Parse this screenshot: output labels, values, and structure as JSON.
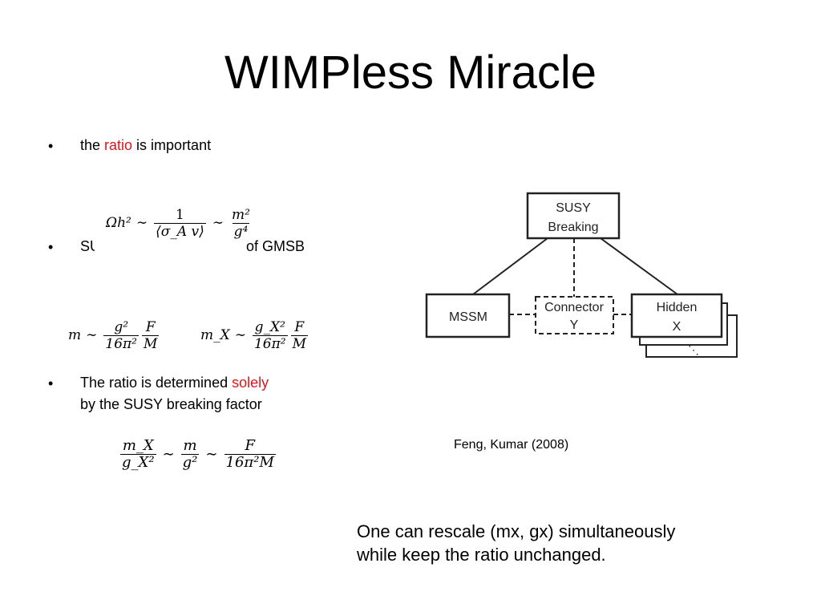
{
  "title": "WIMPless Miracle",
  "bullets": {
    "b1_pre": "the ",
    "b1_red": "ratio",
    "b1_post": " is important",
    "b2_start": "SU",
    "b2_end": "of GMSB",
    "b3_pre": "The ratio is determined ",
    "b3_red": "solely",
    "b3_line2": "by the SUSY breaking factor"
  },
  "equations": {
    "eq1": {
      "lhs": "Ωh²",
      "f1_num": "1",
      "f1_den": "⟨σ_A v⟩",
      "f2_num": "m²",
      "f2_den": "g⁴"
    },
    "eq2": {
      "lhs": "m",
      "f1_num": "g²",
      "f1_den": "16π²",
      "f2_num": "F",
      "f2_den": "M"
    },
    "eq3": {
      "lhs": "m_X",
      "f1_num": "g_X²",
      "f1_den": "16π²",
      "f2_num": "F",
      "f2_den": "M"
    },
    "eq4": {
      "f1_num": "m_X",
      "f1_den": "g_X²",
      "f2_num": "m",
      "f2_den": "g²",
      "f3_num": "F",
      "f3_den": "16π²M"
    }
  },
  "diagram": {
    "susy_line1": "SUSY",
    "susy_line2": "Breaking",
    "mssm": "MSSM",
    "connector_line1": "Connector",
    "connector_line2": "Y",
    "hidden_line1": "Hidden",
    "hidden_line2": "X",
    "ellipsis": "⋱"
  },
  "citation": "Feng, Kumar (2008)",
  "note_line1": "One can rescale (mx, gx) simultaneously",
  "note_line2": "while keep the ratio unchanged.",
  "colors": {
    "accent_red": "#e0151b"
  }
}
